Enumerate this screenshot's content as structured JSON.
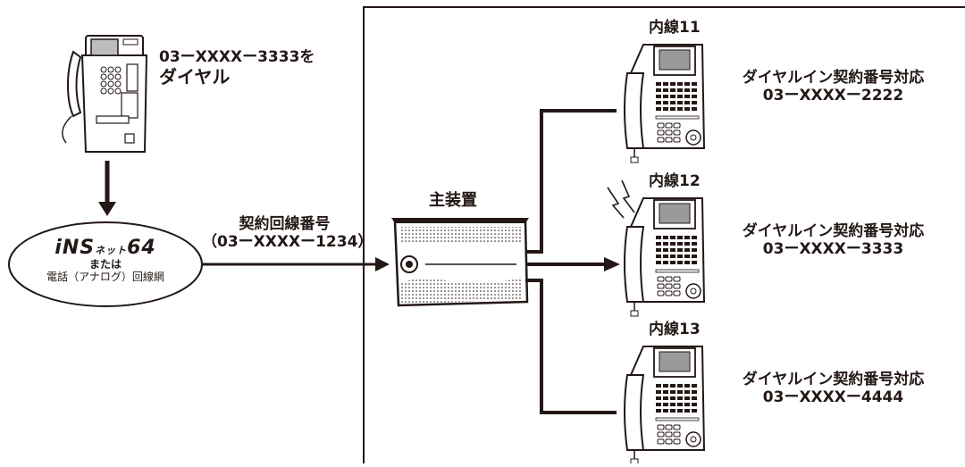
{
  "caller": {
    "dial_line1": "03ーXXXXー3333を",
    "dial_line2": "ダイヤル"
  },
  "network": {
    "logo_ins": "iNS",
    "logo_net": "ネット",
    "logo_num": "64",
    "line2": "または",
    "line3": "電話（アナログ）回線網"
  },
  "contract": {
    "title": "契約回線番号",
    "number": "（03ーXXXXー1234）"
  },
  "main_unit": {
    "label": "主装置"
  },
  "extensions": [
    {
      "name": "内線11",
      "service": "ダイヤルイン契約番号対応",
      "number": "03ーXXXXー2222",
      "ringing": false
    },
    {
      "name": "内線12",
      "service": "ダイヤルイン契約番号対応",
      "number": "03ーXXXXー3333",
      "ringing": true
    },
    {
      "name": "内線13",
      "service": "ダイヤルイン契約番号対応",
      "number": "03ーXXXXー4444",
      "ringing": false
    }
  ],
  "colors": {
    "ink": "#231815",
    "panel": "#f2f2f2",
    "screen": "#9a9a9a"
  }
}
